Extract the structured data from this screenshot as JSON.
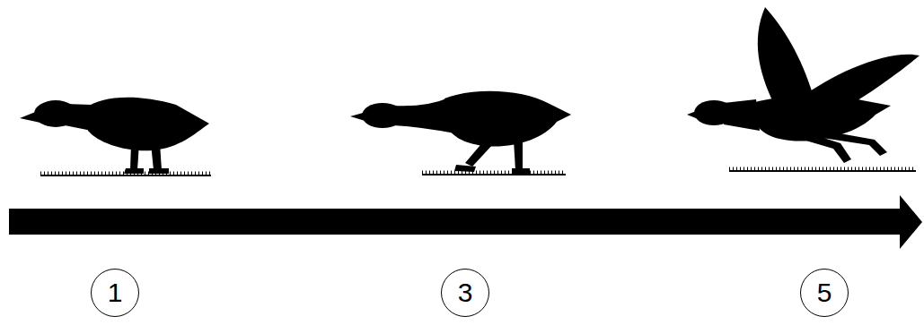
{
  "diagram": {
    "nodes": [
      {
        "text": [
          "1"
        ]
      },
      {
        "text": [
          "3"
        ]
      },
      {
        "text": [
          "5"
        ]
      }
    ]
  }
}
